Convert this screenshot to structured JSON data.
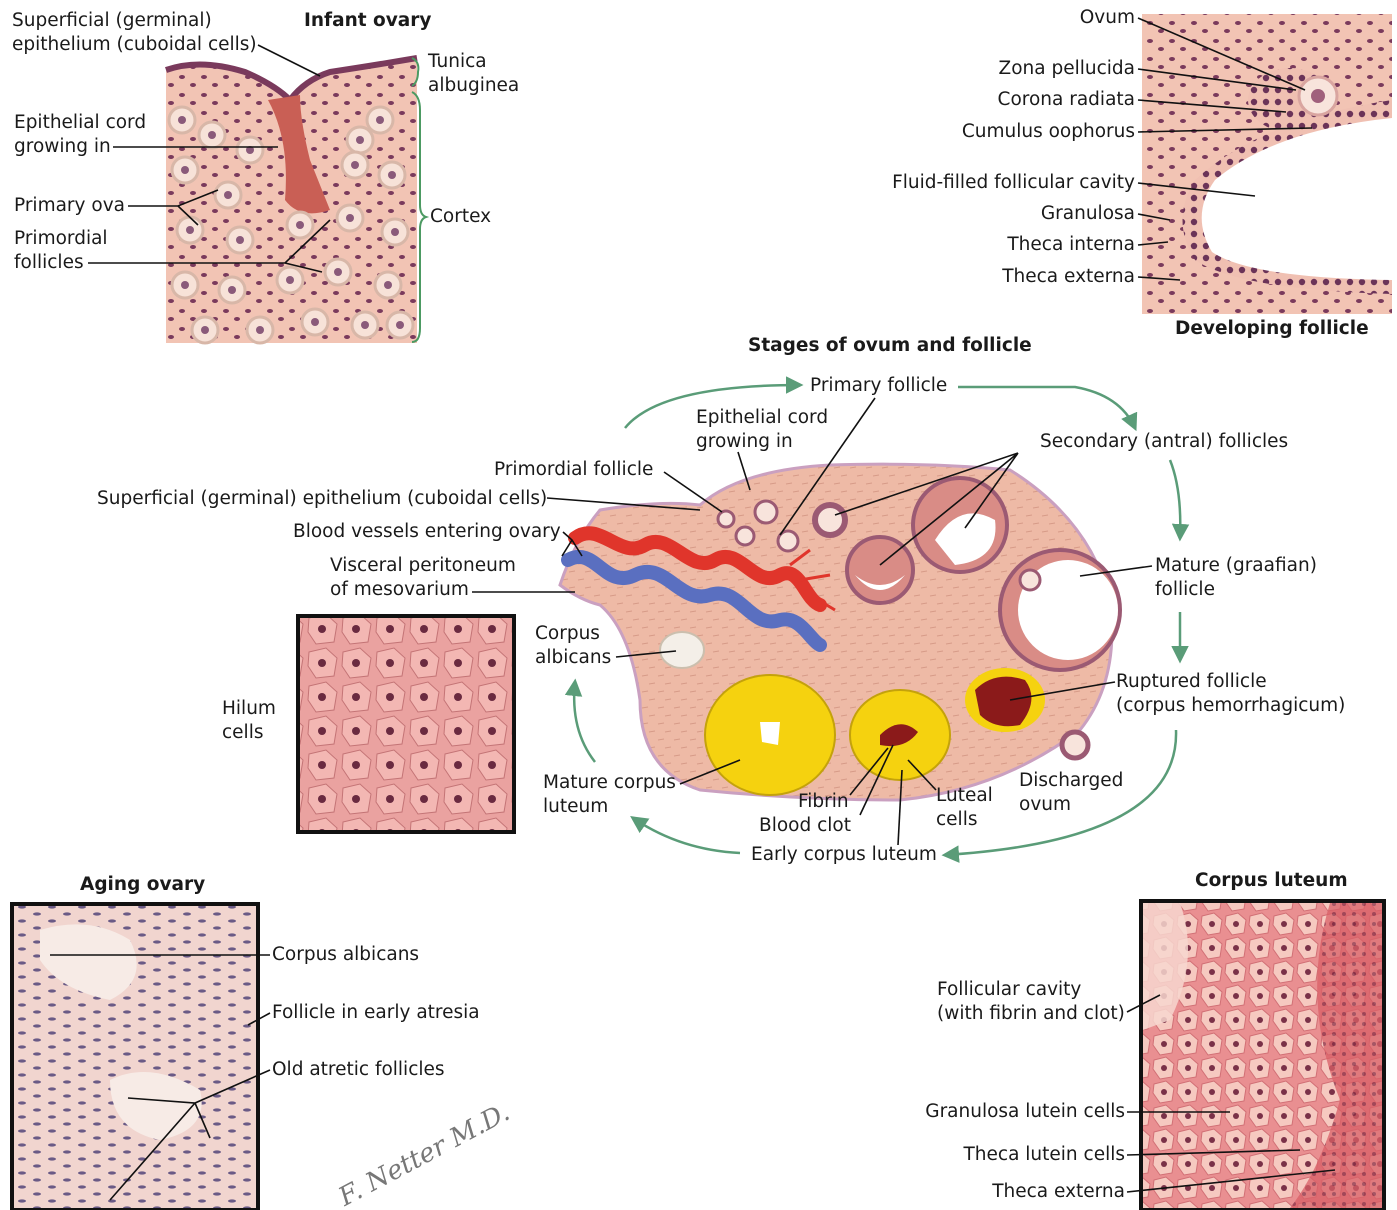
{
  "titles": {
    "infant_ovary": "Infant ovary",
    "developing_follicle": "Developing follicle",
    "stages": "Stages of ovum and follicle",
    "aging_ovary": "Aging ovary",
    "corpus_luteum": "Corpus luteum"
  },
  "infant": {
    "superficial": "Superficial (germinal)\nepithelium (cuboidal cells)",
    "tunica": "Tunica\nalbuginea",
    "epithelial_cord": "Epithelial cord\ngrowing in",
    "primary_ova": "Primary ova",
    "primordial_follicles": "Primordial\nfollicles",
    "cortex": "Cortex"
  },
  "developing": {
    "ovum": "Ovum",
    "zona": "Zona pellucida",
    "corona": "Corona radiata",
    "cumulus": "Cumulus oophorus",
    "cavity": "Fluid-filled follicular cavity",
    "granulosa": "Granulosa",
    "theca_interna": "Theca interna",
    "theca_externa": "Theca externa"
  },
  "stages": {
    "primary_follicle": "Primary follicle",
    "epithelial_cord": "Epithelial cord\ngrowing in",
    "secondary": "Secondary (antral) follicles",
    "primordial_follicle": "Primordial follicle",
    "superficial": "Superficial (germinal) epithelium (cuboidal cells)",
    "blood_vessels": "Blood vessels entering ovary",
    "visceral": "Visceral peritoneum\nof mesovarium",
    "mature_graafian": "Mature (graafian)\nfollicle",
    "corpus_albicans": "Corpus\nalbicans",
    "ruptured": "Ruptured follicle\n(corpus hemorrhagicum)",
    "mature_corpus_luteum": "Mature corpus\nluteum",
    "fibrin": "Fibrin",
    "blood_clot": "Blood clot",
    "luteal_cells": "Luteal\ncells",
    "discharged_ovum": "Discharged\novum",
    "early_corpus_luteum": "Early corpus luteum"
  },
  "hilum": {
    "label": "Hilum\ncells"
  },
  "aging": {
    "corpus_albicans": "Corpus albicans",
    "early_atresia": "Follicle in early atresia",
    "old_atretic": "Old atretic follicles"
  },
  "luteum": {
    "cavity": "Follicular cavity\n(with fibrin and clot)",
    "granulosa_lutein": "Granulosa lutein cells",
    "theca_lutein": "Theca lutein cells",
    "theca_externa": "Theca externa"
  },
  "signature": "F. Netter M.D.",
  "colors": {
    "tissue": "#eeb8a8",
    "nucleus": "#7a3a5c",
    "artery": "#e0352b",
    "vein": "#5a6fc0",
    "luteum": "#f5d20f",
    "clot": "#8b1a1a",
    "arrow": "#5a9c78",
    "leader": "#111111"
  }
}
